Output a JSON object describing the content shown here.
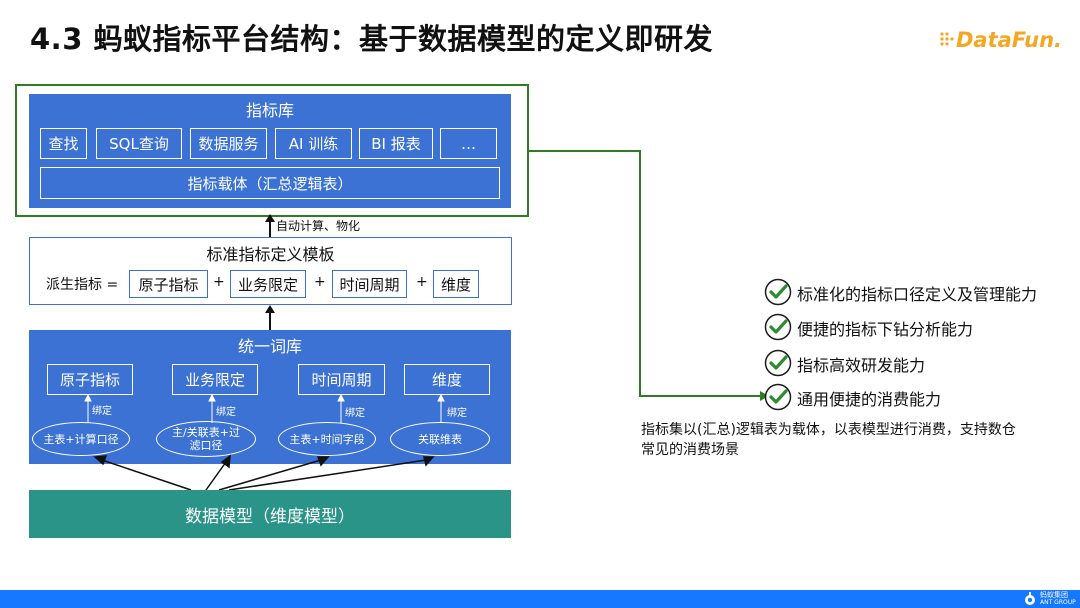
{
  "title": "4.3 蚂蚁指标平台结构：基于数据模型的定义即研发",
  "logo_text": "DataFun.",
  "metric_store": {
    "title": "指标库",
    "items": [
      "查找",
      "SQL查询",
      "数据服务",
      "AI 训练",
      "BI 报表",
      "…"
    ],
    "carrier": "指标载体（汇总逻辑表）"
  },
  "auto_label": "自动计算、物化",
  "template": {
    "title": "标准指标定义模板",
    "formula_label": "派生指标 =",
    "terms": [
      "原子指标",
      "业务限定",
      "时间周期",
      "维度"
    ],
    "plus": "+"
  },
  "lexicon": {
    "title": "统一词库",
    "terms": [
      "原子指标",
      "业务限定",
      "时间周期",
      "维度"
    ],
    "bind_label": "绑定",
    "sources": [
      "主表+计算口径",
      "主/关联表+过滤口径",
      "主表+时间字段",
      "关联维表"
    ]
  },
  "data_model": "数据模型（维度模型）",
  "capabilities": [
    "标准化的指标口径定义及管理能力",
    "便捷的指标下钻分析能力",
    "指标高效研发能力",
    "通用便捷的消费能力"
  ],
  "note": "指标集以(汇总)逻辑表为载体，以表模型进行消费，支持数仓常见的消费场景",
  "footer_brand": [
    "蚂蚁集团",
    "ANT GROUP"
  ],
  "colors": {
    "primary_blue": "#3c72d3",
    "border_green": "#2e7d22",
    "teal": "#2a9489",
    "footer_blue": "#1677ff",
    "logo_orange": "#f5a623"
  }
}
